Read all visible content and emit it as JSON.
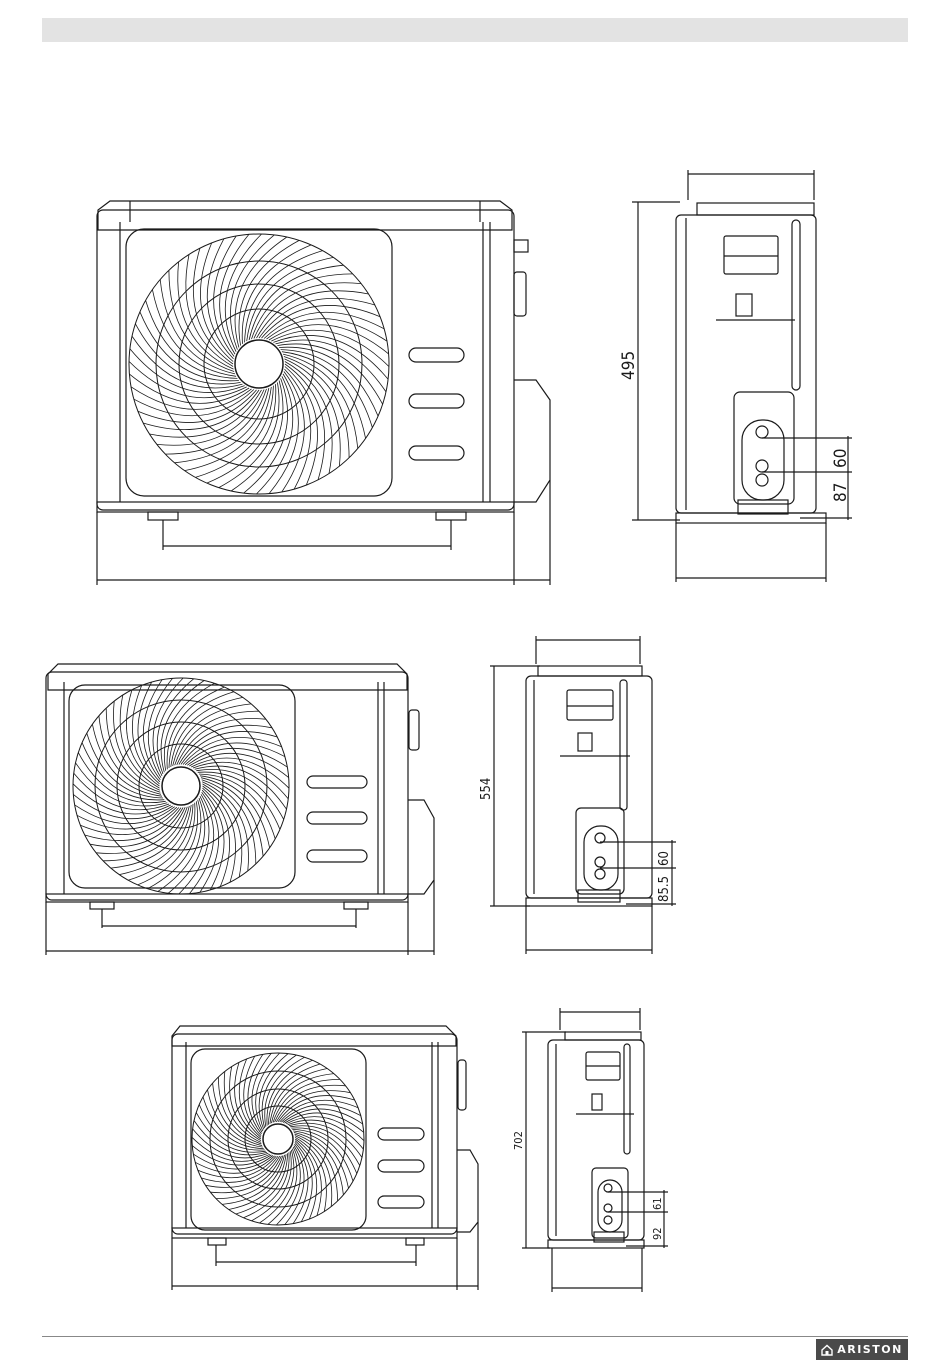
{
  "views": [
    {
      "height": "495",
      "pipe_spacing": "60",
      "pipe_base": "87"
    },
    {
      "height": "554",
      "pipe_spacing": "60",
      "pipe_base": "85.5"
    },
    {
      "height": "702",
      "pipe_spacing": "61",
      "pipe_base": "92"
    }
  ],
  "brand": {
    "name": "ARISTON",
    "logo_color": "#4a4a4a"
  },
  "colors": {
    "header_bar": "#e3e3e3",
    "line": "#1a1a1a"
  },
  "icons": {
    "logo": "house-icon"
  }
}
